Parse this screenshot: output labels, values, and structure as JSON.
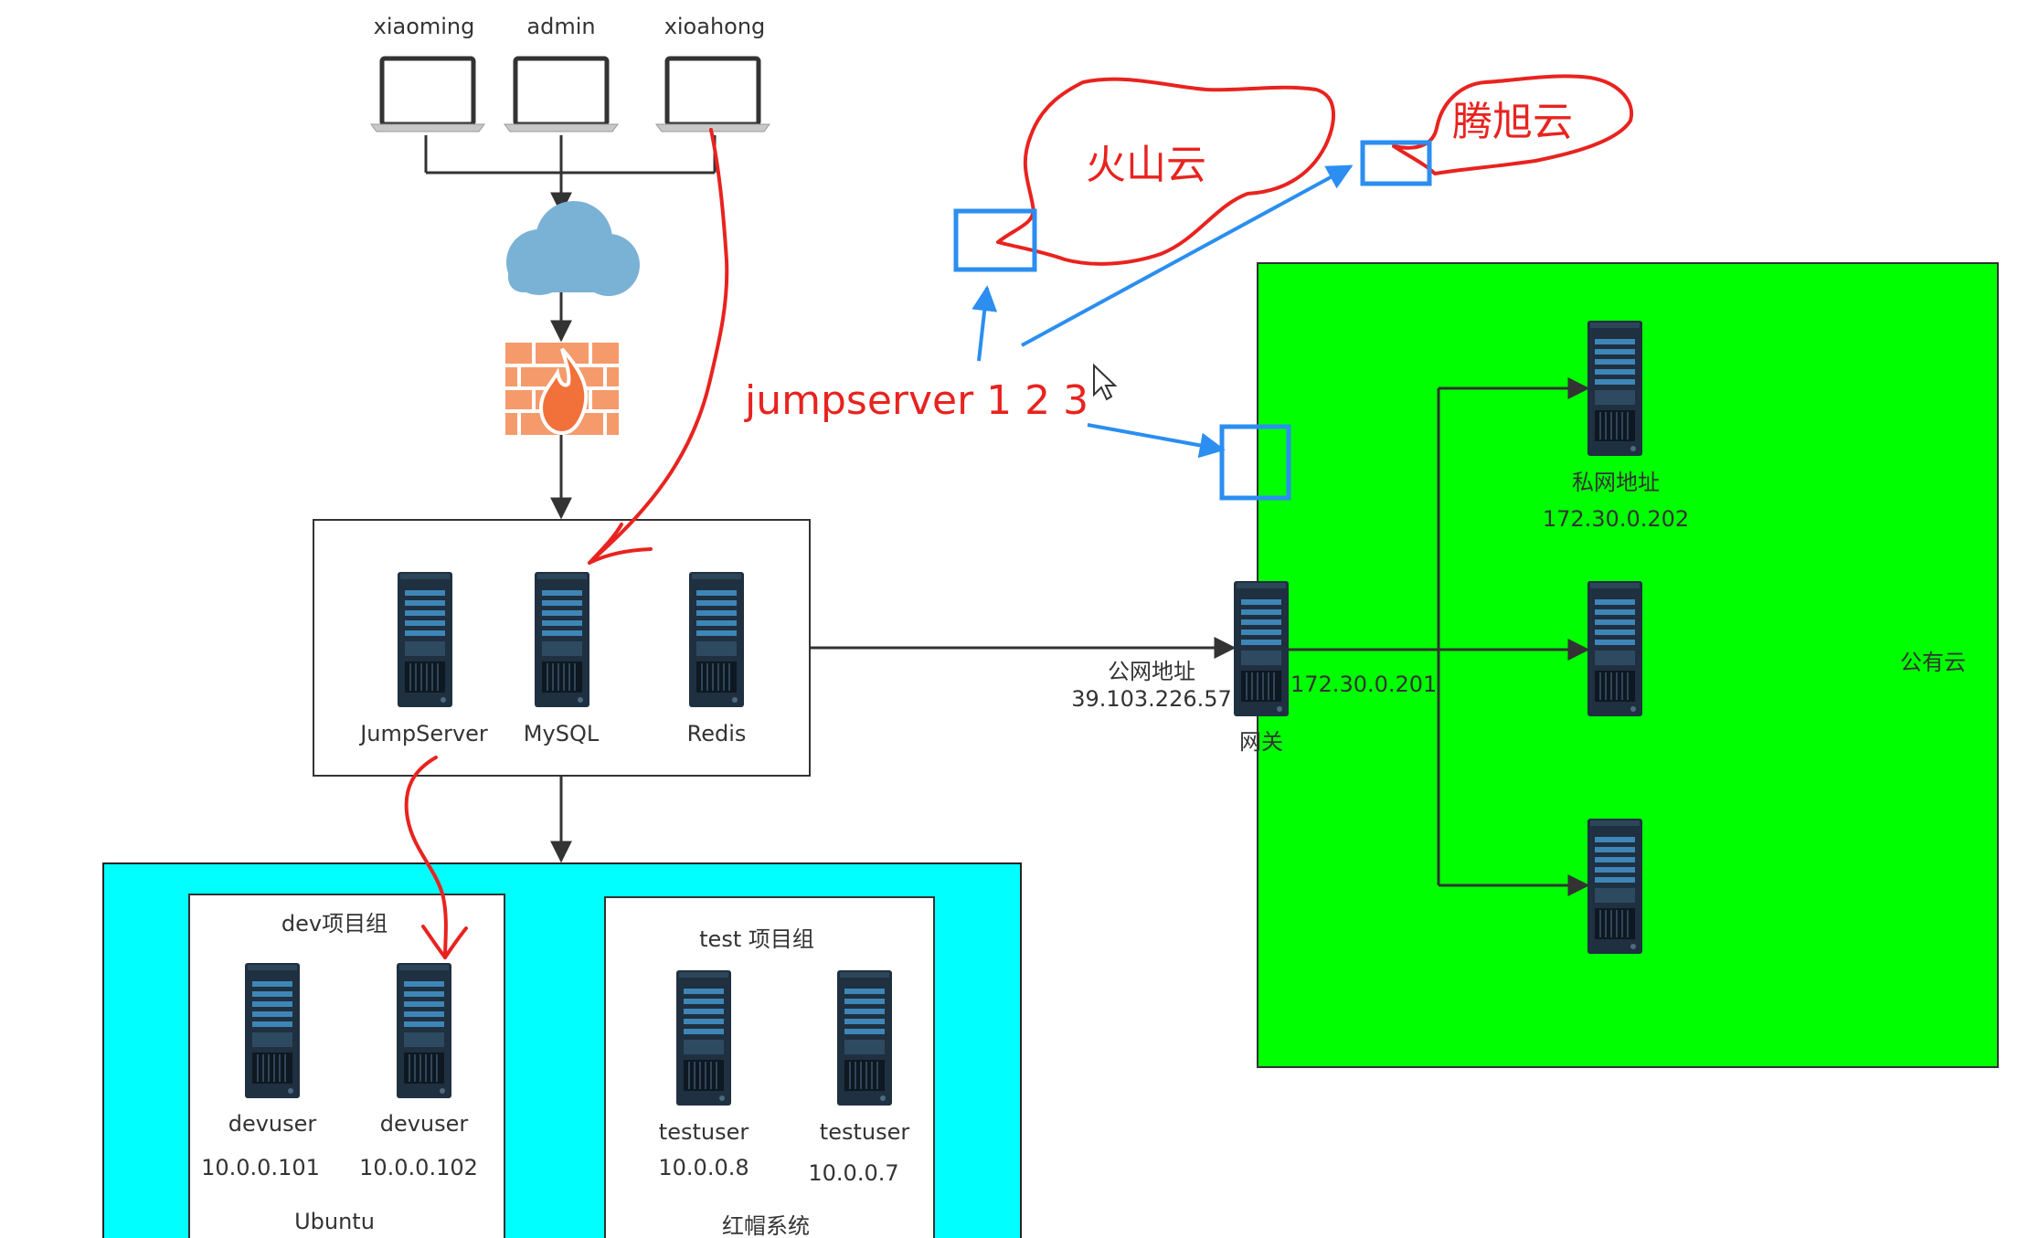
{
  "users": [
    {
      "label": "xiaoming",
      "icon": "laptop-icon"
    },
    {
      "label": "admin",
      "icon": "laptop-icon"
    },
    {
      "label": "xioahong",
      "icon": "laptop-icon"
    }
  ],
  "network": {
    "cloud_icon": "cloud-icon",
    "firewall_icon": "firewall-icon"
  },
  "core": {
    "servers": [
      {
        "label": "JumpServer",
        "icon": "server-icon"
      },
      {
        "label": "MySQL",
        "icon": "server-icon"
      },
      {
        "label": "Redis",
        "icon": "server-icon"
      }
    ]
  },
  "internal": {
    "color": "#00ffff",
    "groups": [
      {
        "title": "dev项目组",
        "os": "Ubuntu",
        "hosts": [
          {
            "user": "devuser",
            "ip": "10.0.0.101"
          },
          {
            "user": "devuser",
            "ip": "10.0.0.102"
          }
        ]
      },
      {
        "title": "test 项目组",
        "os": "红帽系统",
        "hosts": [
          {
            "user": "testuser",
            "ip": "10.0.0.8"
          },
          {
            "user": "testuser",
            "ip": "10.0.0.7"
          }
        ]
      }
    ]
  },
  "public_cloud": {
    "label": "公有云",
    "color": "#00ff00",
    "gateway": {
      "public_label": "公网地址",
      "public_ip": "39.103.226.57",
      "private_ip": "172.30.0.201",
      "name": "网关"
    },
    "private_server": {
      "label": "私网地址",
      "ip": "172.30.0.202"
    }
  },
  "annotations": {
    "color": "#e8231f",
    "arrow_color": "#2b8ef0",
    "jumpserver": "jumpserver 1 2 3",
    "cloud_a": "火山云",
    "cloud_b": "腾旭云"
  }
}
